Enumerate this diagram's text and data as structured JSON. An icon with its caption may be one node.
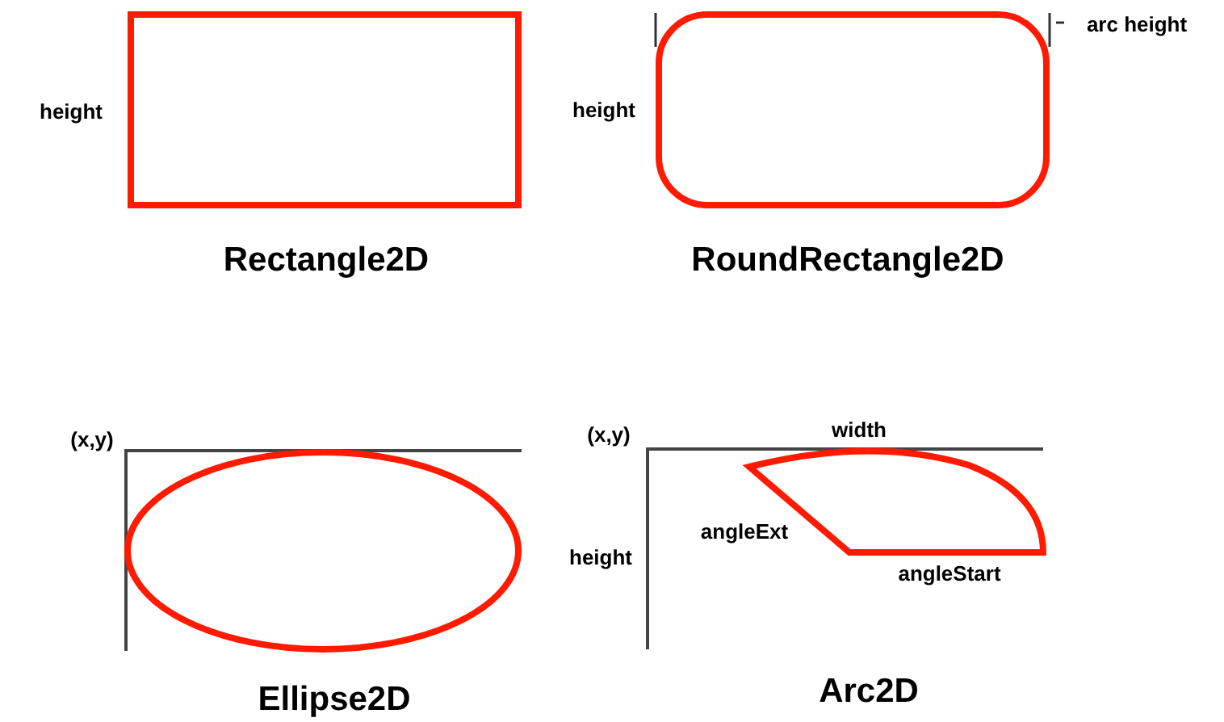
{
  "diagram": {
    "labels": [
      "height",
      "Rectangle2D",
      "height",
      "arc height",
      "RoundRectangle2D",
      "(x,y)",
      "Ellipse2D",
      "(x,y)",
      "width",
      "angleExt",
      "height",
      "angleStart",
      "Arc2D"
    ]
  }
}
